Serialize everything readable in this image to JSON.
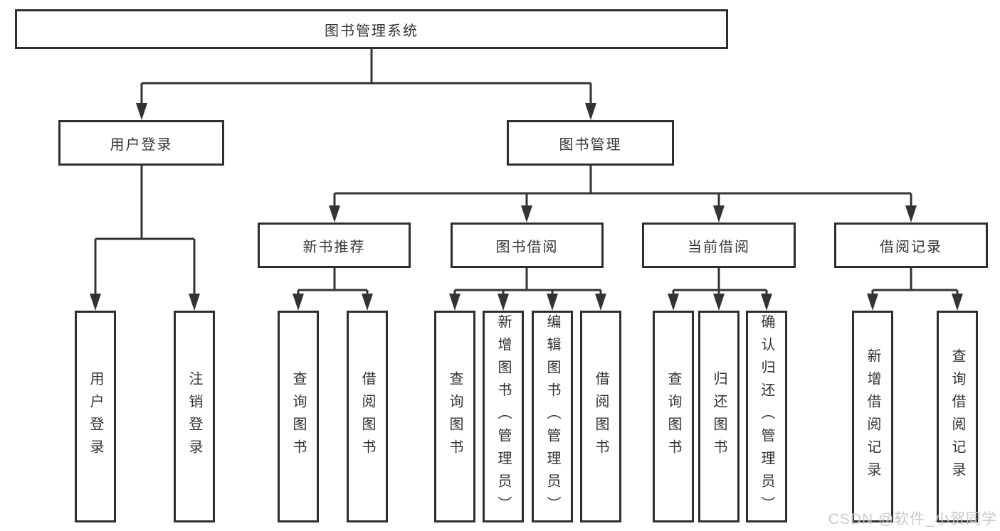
{
  "diagram": {
    "root": {
      "label": "图书管理系统"
    },
    "level2": [
      {
        "id": "user-login",
        "label": "用户登录"
      },
      {
        "id": "book-management",
        "label": "图书管理"
      }
    ],
    "level3": [
      {
        "id": "new-book-recommend",
        "label": "新书推荐"
      },
      {
        "id": "book-borrowing",
        "label": "图书借阅"
      },
      {
        "id": "current-borrowing",
        "label": "当前借阅"
      },
      {
        "id": "borrowing-records",
        "label": "借阅记录"
      }
    ],
    "level4_groups": [
      {
        "parent": "用户登录",
        "children": [
          "用户登录",
          "注销登录"
        ]
      },
      {
        "parent": "新书推荐",
        "children": [
          "查询图书",
          "借阅图书"
        ]
      },
      {
        "parent": "图书借阅",
        "children": [
          "查询图书",
          "新增图书（管理员）",
          "编辑图书（管理员）",
          "借阅图书"
        ]
      },
      {
        "parent": "当前借阅",
        "children": [
          "查询图书",
          "归还图书",
          "确认归还（管理员）"
        ]
      },
      {
        "parent": "借阅记录",
        "children": [
          "新增借阅记录",
          "查询借阅记录"
        ]
      }
    ]
  },
  "watermark": {
    "text": "CSDN @软件_小贺同学"
  },
  "colors": {
    "line": "#333333",
    "box_border": "#2e2e2e",
    "text": "#333333",
    "background": "#ffffff",
    "watermark": "#c6c6c6"
  }
}
